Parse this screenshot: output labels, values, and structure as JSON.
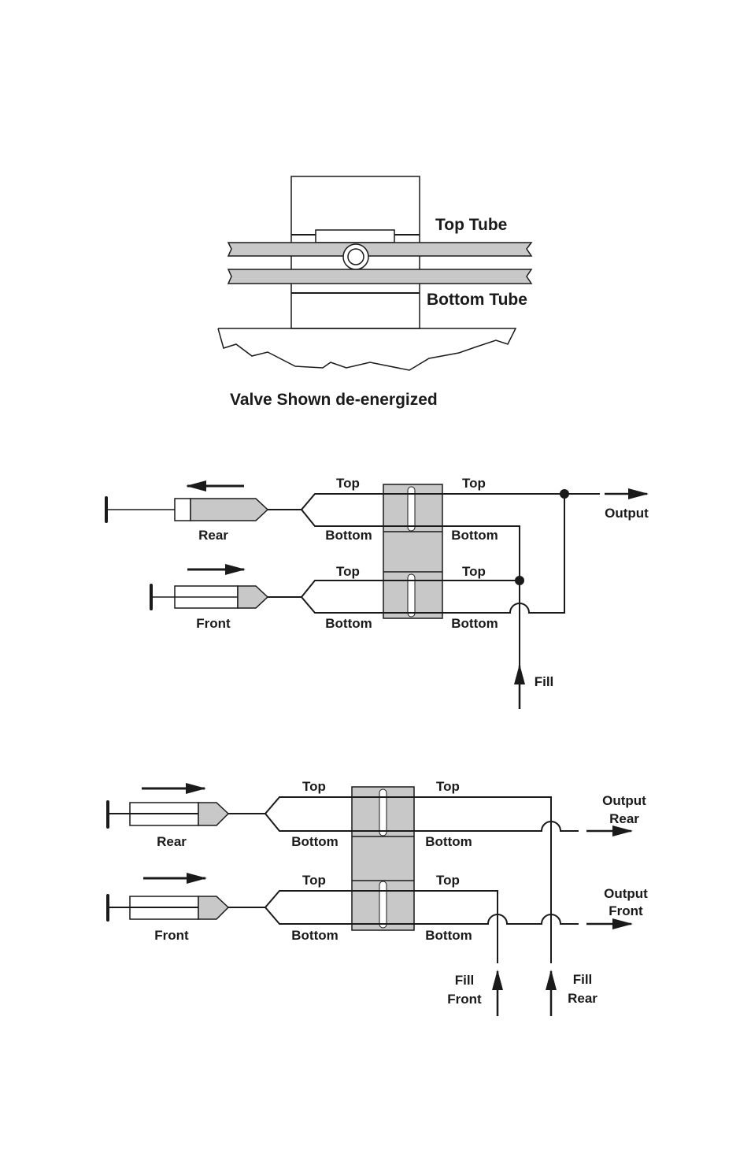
{
  "figure1": {
    "top_tube_label": "Top Tube",
    "bottom_tube_label": "Bottom Tube",
    "caption": "Valve Shown de-energized"
  },
  "figure2": {
    "rear_label": "Rear",
    "front_label": "Front",
    "top_label": "Top",
    "bottom_label": "Bottom",
    "output_label": "Output",
    "fill_label": "Fill"
  },
  "figure3": {
    "rear_label": "Rear",
    "front_label": "Front",
    "top_label": "Top",
    "bottom_label": "Bottom",
    "output_rear": [
      "Output",
      "Rear"
    ],
    "output_front": [
      "Output",
      "Front"
    ],
    "fill_front": [
      "Fill",
      "Front"
    ],
    "fill_rear": [
      "Fill",
      "Rear"
    ]
  },
  "colors": {
    "tube_gray": "#c8c8c8",
    "ink": "#1a1a1a"
  }
}
